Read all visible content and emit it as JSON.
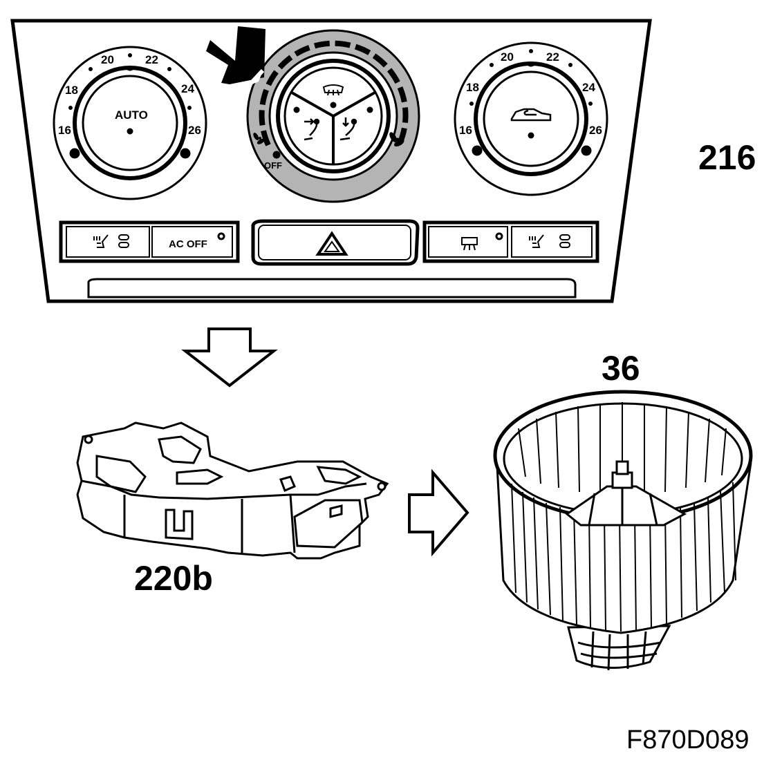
{
  "figure_code": "F870D089",
  "panel": {
    "part_number": "216",
    "left_dial": {
      "scale": [
        "16",
        "18",
        "20",
        "22",
        "24",
        "26"
      ],
      "center_label": "AUTO"
    },
    "right_dial": {
      "scale": [
        "16",
        "18",
        "20",
        "22",
        "24",
        "26"
      ],
      "center_icon": "recirculation-car-icon"
    },
    "fan_dial": {
      "off_label": "OFF",
      "icons": [
        "fan-low-icon",
        "fan-high-icon",
        "windscreen-defrost-icon",
        "face-vent-icon",
        "foot-vent-icon"
      ]
    },
    "buttons": {
      "ac_off_label": "AC OFF",
      "left_seat_heat_icon": "seat-heater-icon",
      "hazard_icon": "hazard-triangle-icon",
      "rear_defrost_icon": "rear-window-defrost-icon",
      "right_seat_heat_icon": "seat-heater-icon"
    }
  },
  "components": {
    "fan_control_module_label": "220b",
    "blower_fan_label": "36"
  },
  "colors": {
    "line": "#000000",
    "fan_dial_ring": "#b4b4b4",
    "background": "#ffffff"
  }
}
